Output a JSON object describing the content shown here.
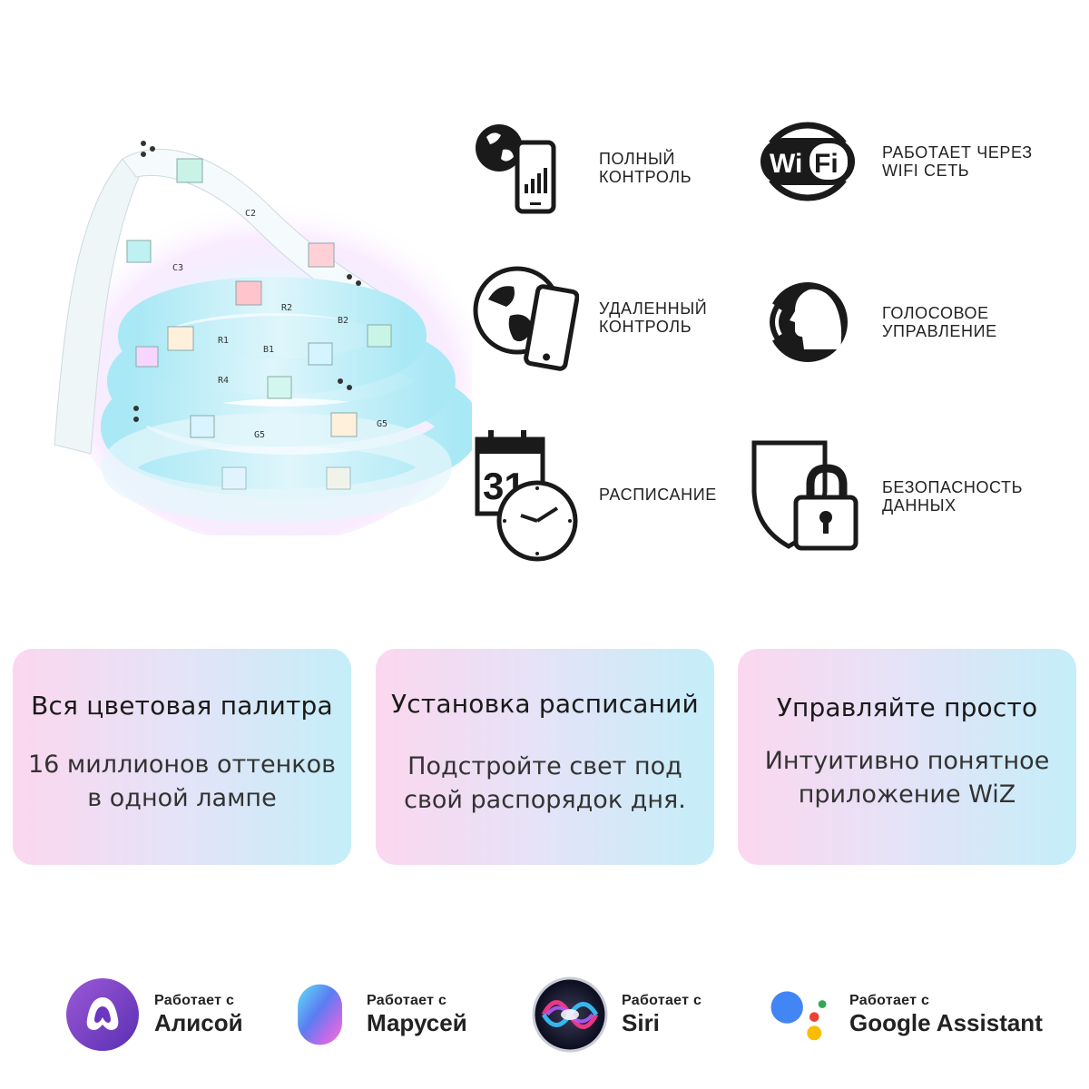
{
  "features": [
    {
      "icon": "phone-globe-icon",
      "lines": [
        "ПОЛНЫЙ",
        "КОНТРОЛЬ"
      ]
    },
    {
      "icon": "wifi-icon",
      "lines": [
        "РАБОТАЕТ ЧЕРЕЗ",
        "WiFi СЕТЬ"
      ]
    },
    {
      "icon": "remote-globe-phone-icon",
      "lines": [
        "УДАЛЕННЫЙ",
        "КОНТРОЛЬ"
      ]
    },
    {
      "icon": "voice-head-icon",
      "lines": [
        "ГОЛОСОВОЕ",
        "УПРАВЛЕНИЕ"
      ]
    },
    {
      "icon": "calendar-clock-icon",
      "lines": [
        "РАСПИСАНИЕ"
      ]
    },
    {
      "icon": "shield-lock-icon",
      "lines": [
        "БЕЗОПАСНОСТЬ",
        "ДАННЫХ"
      ]
    }
  ],
  "wifi_badge": {
    "left": "Wi",
    "right": "Fi"
  },
  "calendar_day": "31",
  "strip_labels": [
    "C2",
    "C3",
    "R2",
    "B2",
    "R1",
    "B1",
    "R4",
    "G5",
    "G5"
  ],
  "cards": [
    {
      "title": "Вся цветовая палитра",
      "lines": [
        "16 миллионов оттенков",
        "в одной лампе"
      ]
    },
    {
      "title": "Установка расписаний",
      "lines": [
        "Подстройте свет под",
        "свой распорядок дня."
      ]
    },
    {
      "title": "Управляйте просто",
      "lines": [
        "Интуитивно понятное",
        "приложение WiZ"
      ]
    }
  ],
  "assistants": [
    {
      "icon": "alice-icon",
      "small": "Работает с",
      "big": "Алисой"
    },
    {
      "icon": "marusya-icon",
      "small": "Работает с",
      "big": "Марусей"
    },
    {
      "icon": "siri-icon",
      "small": "Работает с",
      "big": "Siri"
    },
    {
      "icon": "google-assistant-icon",
      "small": "Работает с",
      "big": "Google Assistant"
    }
  ],
  "colors": {
    "card_gradient_left": "#fbd7ef",
    "card_gradient_right": "#c4eef9",
    "icon_stroke": "#1a1a1a",
    "google_blue": "#4285F4",
    "google_red": "#EA4335",
    "google_yellow": "#FBBC05",
    "google_green": "#34A853"
  }
}
